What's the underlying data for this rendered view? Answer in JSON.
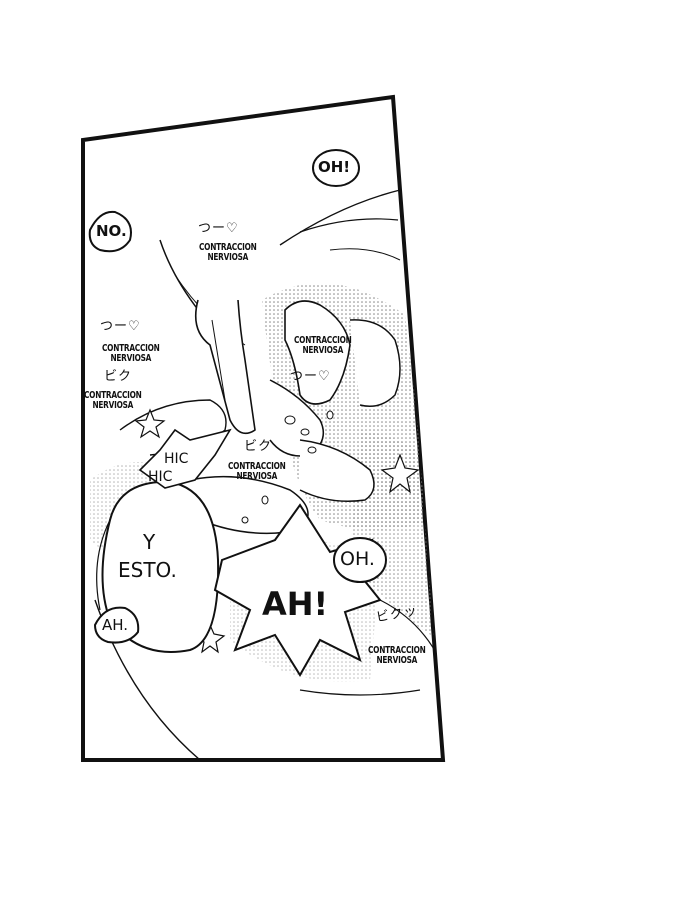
{
  "panel": {
    "bubbles": {
      "oh_top": "OH!",
      "no": "NO.",
      "hic_1": "HIC",
      "hic_2": "HIC",
      "y_esto_line1": "Y",
      "y_esto_line2": "ESTO.",
      "ah_small": "AH.",
      "oh_mid": "OH.",
      "ah_big": "AH!"
    },
    "sfx": {
      "contraccion_line1": "CONTRACCION",
      "contraccion_line2": "NERVIOSA",
      "jp_tsu": "つー♡",
      "jp_bi": "ビク",
      "jp_bi_tsu": "ビクッ"
    }
  }
}
